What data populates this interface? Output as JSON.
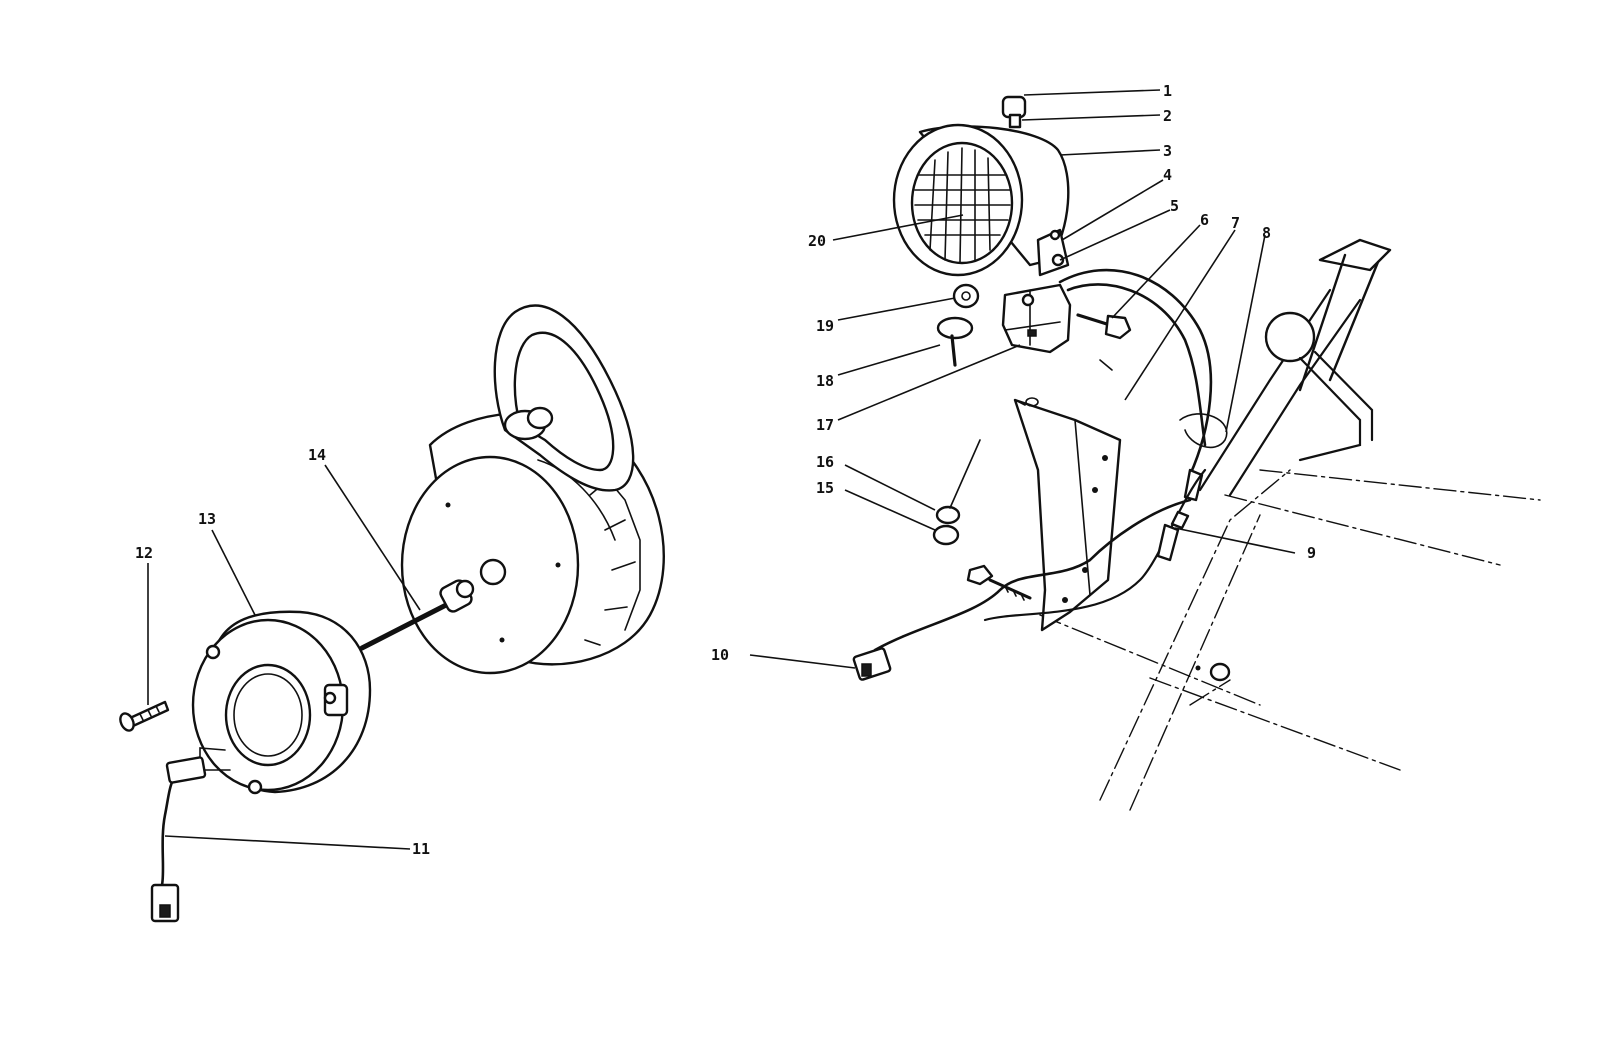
{
  "diagram": {
    "callouts": [
      {
        "id": "1",
        "label": "1"
      },
      {
        "id": "2",
        "label": "2"
      },
      {
        "id": "3",
        "label": "3"
      },
      {
        "id": "4",
        "label": "4"
      },
      {
        "id": "5",
        "label": "5"
      },
      {
        "id": "6",
        "label": "6"
      },
      {
        "id": "7",
        "label": "7"
      },
      {
        "id": "8",
        "label": "8"
      },
      {
        "id": "9",
        "label": "9"
      },
      {
        "id": "10",
        "label": "10"
      },
      {
        "id": "11",
        "label": "11"
      },
      {
        "id": "12",
        "label": "12"
      },
      {
        "id": "13",
        "label": "13"
      },
      {
        "id": "14",
        "label": "14"
      },
      {
        "id": "15",
        "label": "15"
      },
      {
        "id": "16",
        "label": "16"
      },
      {
        "id": "17",
        "label": "17"
      },
      {
        "id": "18",
        "label": "18"
      },
      {
        "id": "19",
        "label": "19"
      },
      {
        "id": "20",
        "label": "20"
      }
    ],
    "line_color": "#111111",
    "background": "#ffffff"
  }
}
